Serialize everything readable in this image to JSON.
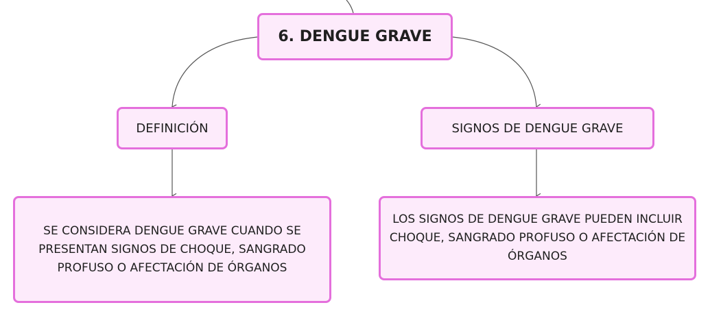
{
  "root": {
    "label": "6. DENGUE GRAVE"
  },
  "branches": [
    {
      "label": "DEFINICIÓN",
      "child": "SE CONSIDERA DENGUE GRAVE CUANDO SE PRESENTAN SIGNOS DE CHOQUE, SANGRADO PROFUSO O AFECTACIÓN DE ÓRGANOS"
    },
    {
      "label": "SIGNOS DE DENGUE GRAVE",
      "child": "LOS SIGNOS DE DENGUE GRAVE PUEDEN INCLUIR CHOQUE, SANGRADO PROFUSO O AFECTACIÓN DE ÓRGANOS"
    }
  ],
  "colors": {
    "node_fill": "#fdebfb",
    "node_border": "#e46fdc",
    "connector": "#555555",
    "text": "#1f1f1f"
  }
}
